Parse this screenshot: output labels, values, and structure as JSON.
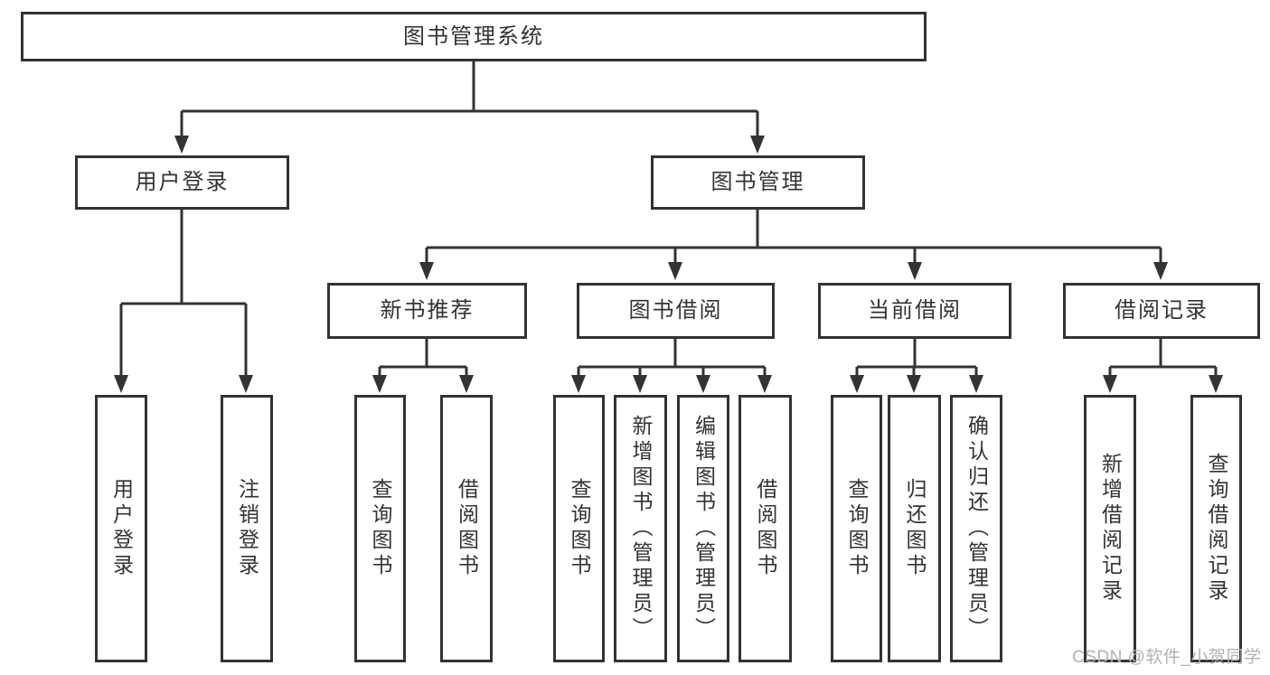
{
  "diagram": {
    "root": {
      "label": "图书管理系统"
    },
    "level2": [
      {
        "label": "用户登录",
        "leaves": [
          {
            "label": "用户登录"
          },
          {
            "label": "注销登录"
          }
        ]
      },
      {
        "label": "图书管理",
        "sections": [
          {
            "label": "新书推荐",
            "leaves": [
              {
                "label": "查询图书"
              },
              {
                "label": "借阅图书"
              }
            ]
          },
          {
            "label": "图书借阅",
            "leaves": [
              {
                "label": "查询图书"
              },
              {
                "label": "新增图书（管理员）"
              },
              {
                "label": "编辑图书（管理员）"
              },
              {
                "label": "借阅图书"
              }
            ]
          },
          {
            "label": "当前借阅",
            "leaves": [
              {
                "label": "查询图书"
              },
              {
                "label": "归还图书"
              },
              {
                "label": "确认归还（管理员）"
              }
            ]
          },
          {
            "label": "借阅记录",
            "leaves": [
              {
                "label": "新增借阅记录"
              },
              {
                "label": "查询借阅记录"
              }
            ]
          }
        ]
      }
    ]
  },
  "watermark": {
    "text": "CSDN @软件_小贺同学"
  },
  "colors": {
    "line": "#333333",
    "box_border": "#333333",
    "text": "#333333",
    "watermark": "#b2b2b2",
    "background": "#ffffff"
  }
}
